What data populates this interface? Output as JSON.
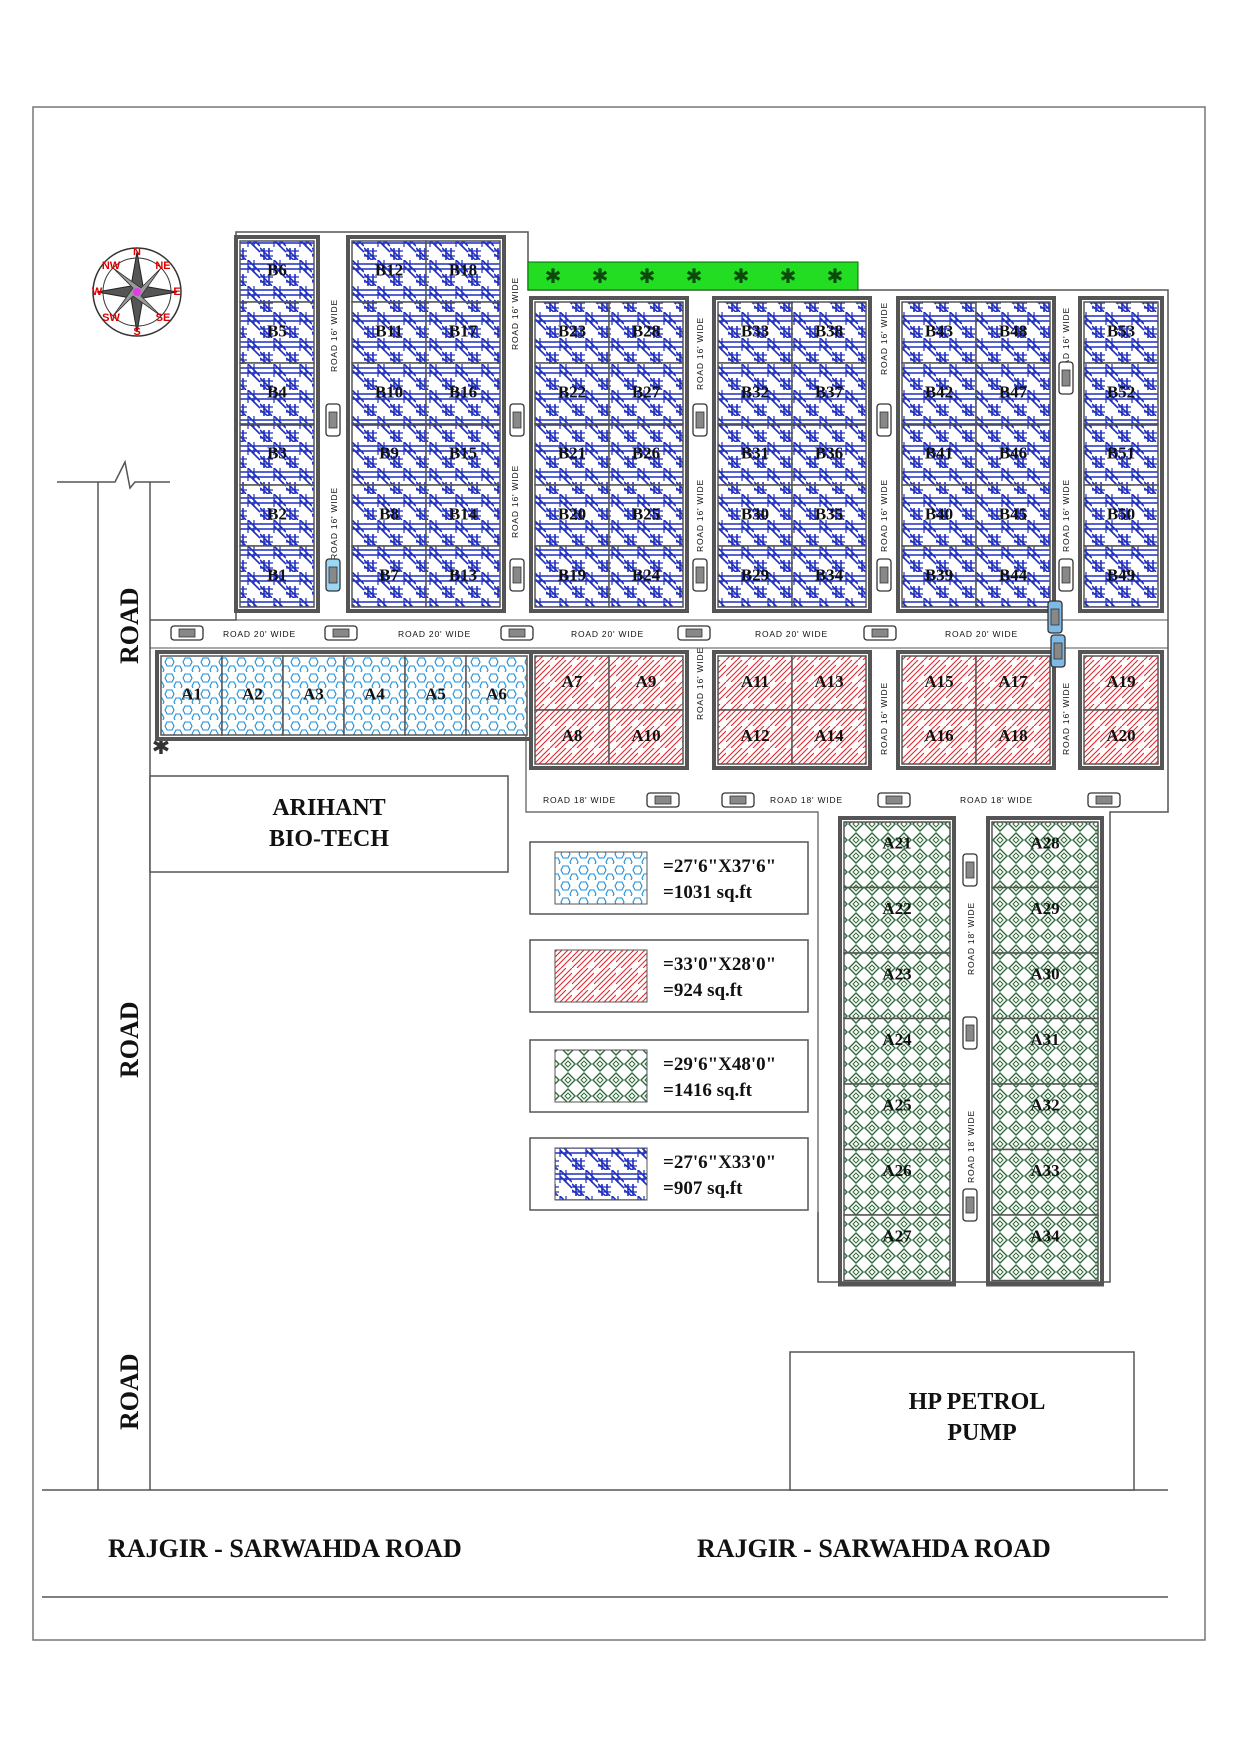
{
  "colors": {
    "blue": "#1f2fbf",
    "red": "#e0282e",
    "green": "#2e6a3a",
    "cyan": "#1e8fd6",
    "tree_band": "#22dd22",
    "frame": "#555555"
  },
  "compass": {
    "n": "N",
    "s": "S",
    "e": "E",
    "w": "W",
    "ne": "NE",
    "nw": "NW",
    "se": "SE",
    "sw": "SW"
  },
  "road_labels": {
    "left": "ROAD",
    "bottom": "RAJGIR - SARWAHDA ROAD"
  },
  "roads": {
    "r16": "ROAD 16' WIDE",
    "r20": "ROAD 20' WIDE",
    "r18": "ROAD 18' WIDE"
  },
  "landmarks": {
    "arihant": [
      "ARIHANT",
      "BIO-TECH"
    ],
    "petrol": [
      "HP PETROL",
      "PUMP"
    ]
  },
  "legend": [
    {
      "pattern": "cyan",
      "dims": "=27'6\"X37'6\"",
      "area": "=1031 sq.ft"
    },
    {
      "pattern": "red",
      "dims": "=33'0\"X28'0\"",
      "area": "=924 sq.ft"
    },
    {
      "pattern": "green",
      "dims": "=29'6\"X48'0\"",
      "area": "=1416 sq.ft"
    },
    {
      "pattern": "blue",
      "dims": "=27'6\"X33'0\"",
      "area": "=907 sq.ft"
    }
  ],
  "plots": {
    "b_col1": [
      "B6",
      "B5",
      "B4",
      "B3",
      "B2",
      "B1"
    ],
    "b_col2": [
      "B12",
      "B11",
      "B10",
      "B9",
      "B8",
      "B7"
    ],
    "b_col3": [
      "B18",
      "B17",
      "B16",
      "B15",
      "B14",
      "B13"
    ],
    "b_col4": [
      "B23",
      "B22",
      "B21",
      "B20",
      "B19"
    ],
    "b_col5": [
      "B28",
      "B27",
      "B26",
      "B25",
      "B24"
    ],
    "b_col6": [
      "B33",
      "B32",
      "B31",
      "B30",
      "B29"
    ],
    "b_col7": [
      "B38",
      "B37",
      "B36",
      "B35",
      "B34"
    ],
    "b_col8": [
      "B43",
      "B42",
      "B41",
      "B40",
      "B39"
    ],
    "b_col9": [
      "B48",
      "B47",
      "B46",
      "B45",
      "B44"
    ],
    "b_col10": [
      "B53",
      "B52",
      "B51",
      "B50",
      "B49"
    ],
    "a_row": [
      "A1",
      "A2",
      "A3",
      "A4",
      "A5",
      "A6"
    ],
    "a_red_top": [
      "A7",
      "A9",
      "A11",
      "A13",
      "A15",
      "A17",
      "A19"
    ],
    "a_red_bot": [
      "A8",
      "A10",
      "A12",
      "A14",
      "A16",
      "A18",
      "A20"
    ],
    "a_green_left": [
      "A21",
      "A22",
      "A23",
      "A24",
      "A25",
      "A26",
      "A27"
    ],
    "a_green_right": [
      "A28",
      "A29",
      "A30",
      "A31",
      "A32",
      "A33",
      "A34"
    ]
  }
}
